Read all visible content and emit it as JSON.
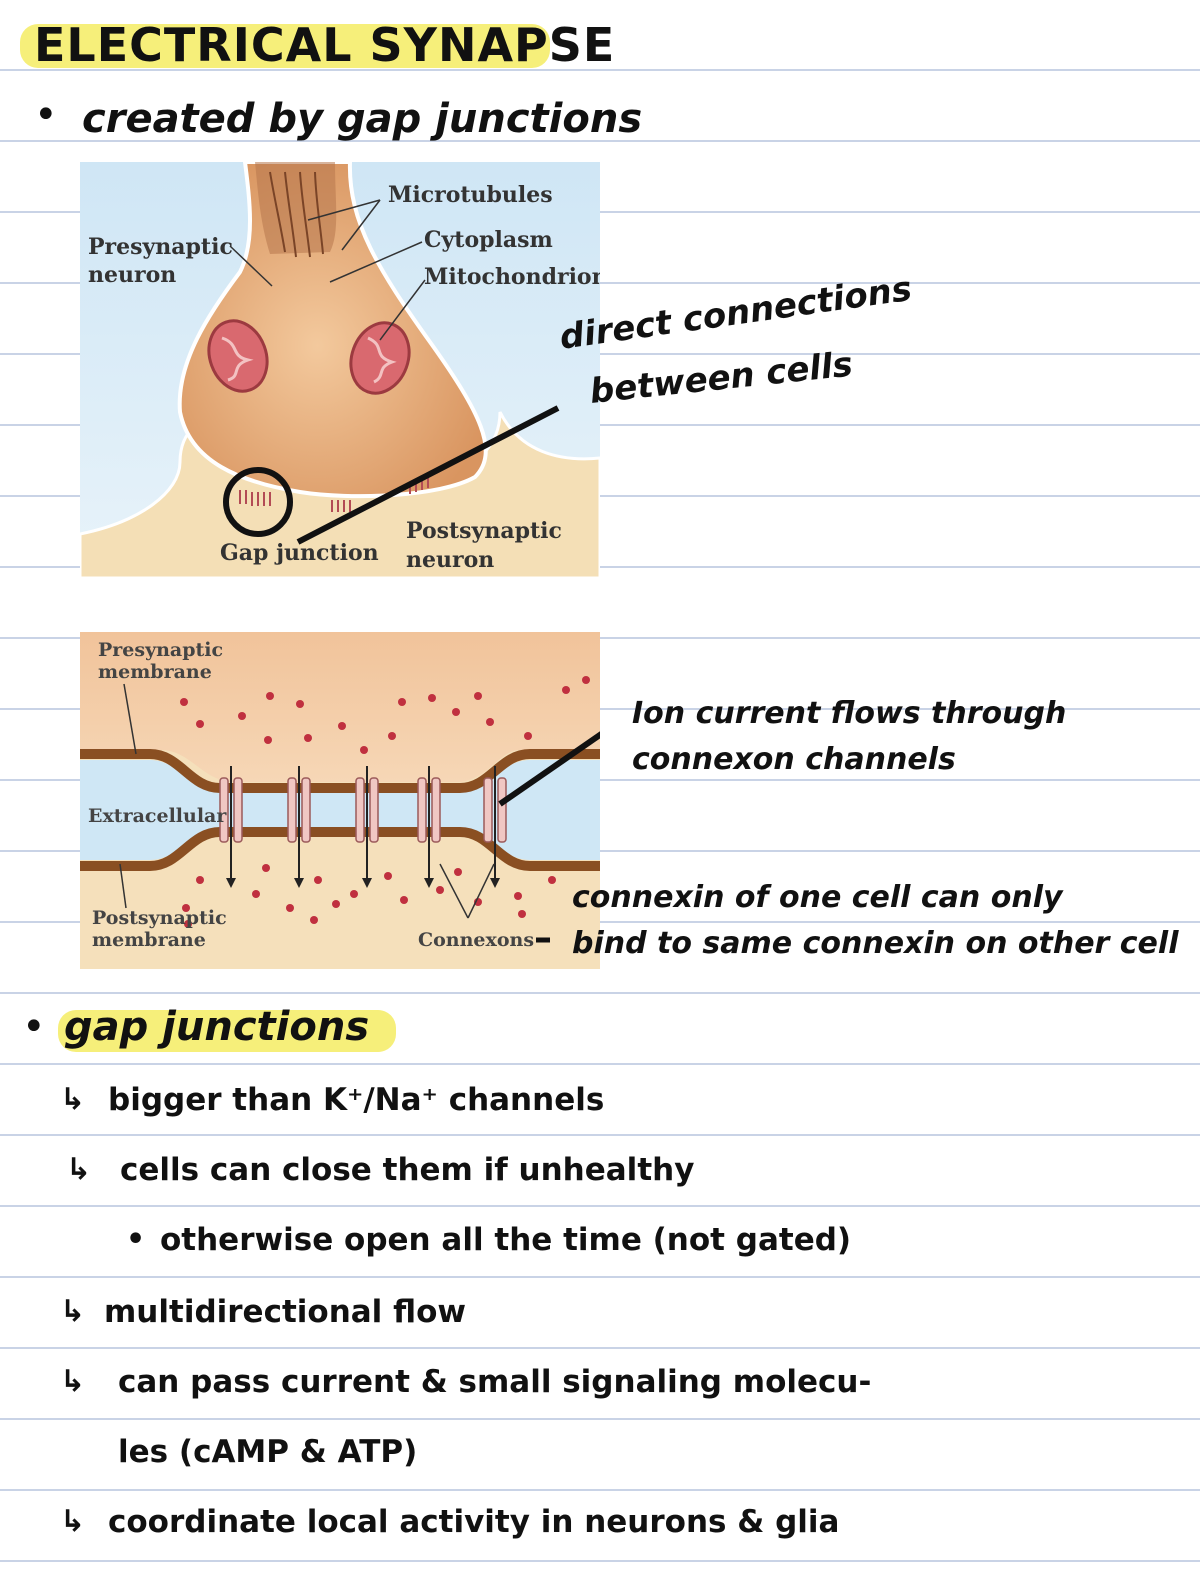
{
  "title": "ELECTRICAL SYNAPSE",
  "bullet1": "created by gap junctions",
  "figure1": {
    "labels": {
      "microtubules": "Microtubules",
      "presynaptic_line1": "Presynaptic",
      "presynaptic_line2": "neuron",
      "cytoplasm": "Cytoplasm",
      "mitochondrion": "Mitochondrion",
      "gap_junction": "Gap junction",
      "postsynaptic_line1": "Postsynaptic",
      "postsynaptic_line2": "neuron"
    },
    "annotation_line1": "direct connections",
    "annotation_line2": "between cells"
  },
  "figure2": {
    "labels": {
      "pre_membrane_line1": "Presynaptic",
      "pre_membrane_line2": "membrane",
      "extracellular": "Extracellular",
      "post_membrane_line1": "Postsynaptic",
      "post_membrane_line2": "membrane",
      "connexons": "Connexons"
    },
    "annotation_ion_line1": "Ion current flows through",
    "annotation_ion_line2": "connexon channels",
    "annotation_connexin_line1": "connexin of one cell can only",
    "annotation_connexin_line2": "bind to same connexin on other cell"
  },
  "bullet2": "gap junctions",
  "points": [
    {
      "arrow": "↳",
      "text": "bigger than K⁺/Na⁺ channels"
    },
    {
      "arrow": "↳",
      "text": "cells can close them if unhealthy"
    },
    {
      "arrow": "•",
      "text": "otherwise open all the time (not gated)"
    },
    {
      "arrow": "↳",
      "text": "multidirectional flow"
    },
    {
      "arrow": "↳",
      "text": "can pass current & small signaling molecu-"
    },
    {
      "arrow": "",
      "text": "les (cAMP & ATP)"
    },
    {
      "arrow": "↳",
      "text": "coordinate local activity in neurons & glia"
    }
  ]
}
